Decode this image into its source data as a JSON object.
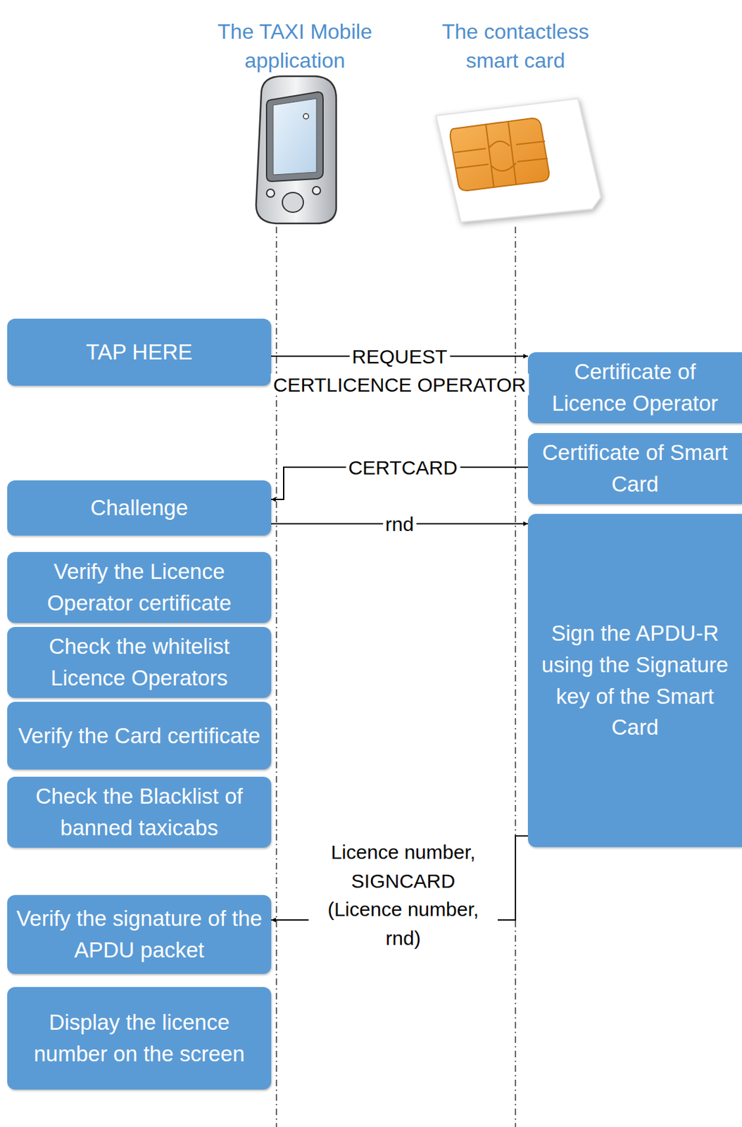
{
  "diagram": {
    "nodes": [
      {
        "text": [
          "TAP HERE"
        ]
      },
      {
        "text": [
          "Certificate of Licence Operator"
        ]
      },
      {
        "text": [
          "Certificate of Smart Card"
        ]
      },
      {
        "text": [
          "Challenge"
        ]
      },
      {
        "text": [
          "Sign the APDU-R using the Signature key of the Smart Card"
        ]
      },
      {
        "text": [
          "Verify the Licence Operator certificate"
        ]
      },
      {
        "text": [
          "Check the whitelist Licence Operators"
        ]
      },
      {
        "text": [
          "Verify the Card certificate"
        ]
      },
      {
        "text": [
          "Check the Blacklist of banned taxicabs"
        ]
      },
      {
        "text": [
          "Verify the signature of the APDU packet"
        ]
      },
      {
        "text": [
          "Display the licence number on the screen"
        ]
      }
    ],
    "edges": [
      {
        "from": 0,
        "to": 1,
        "label": "REQUEST",
        "arrow": "to"
      },
      {
        "from": 1,
        "to": 0,
        "label": "CERTLICENCE OPERATOR",
        "arrow": "to"
      },
      {
        "from": 2,
        "to": 3,
        "label": "CERTCARD",
        "arrow": "to"
      },
      {
        "from": 3,
        "to": 4,
        "label": "rnd",
        "arrow": "to"
      },
      {
        "from": 4,
        "to": 9,
        "label": "Licence number, SIGNCARD (Licence number, rnd)",
        "arrow": "to"
      }
    ],
    "labels": [
      "The TAXI Mobile application",
      "The contactless smart card"
    ]
  }
}
